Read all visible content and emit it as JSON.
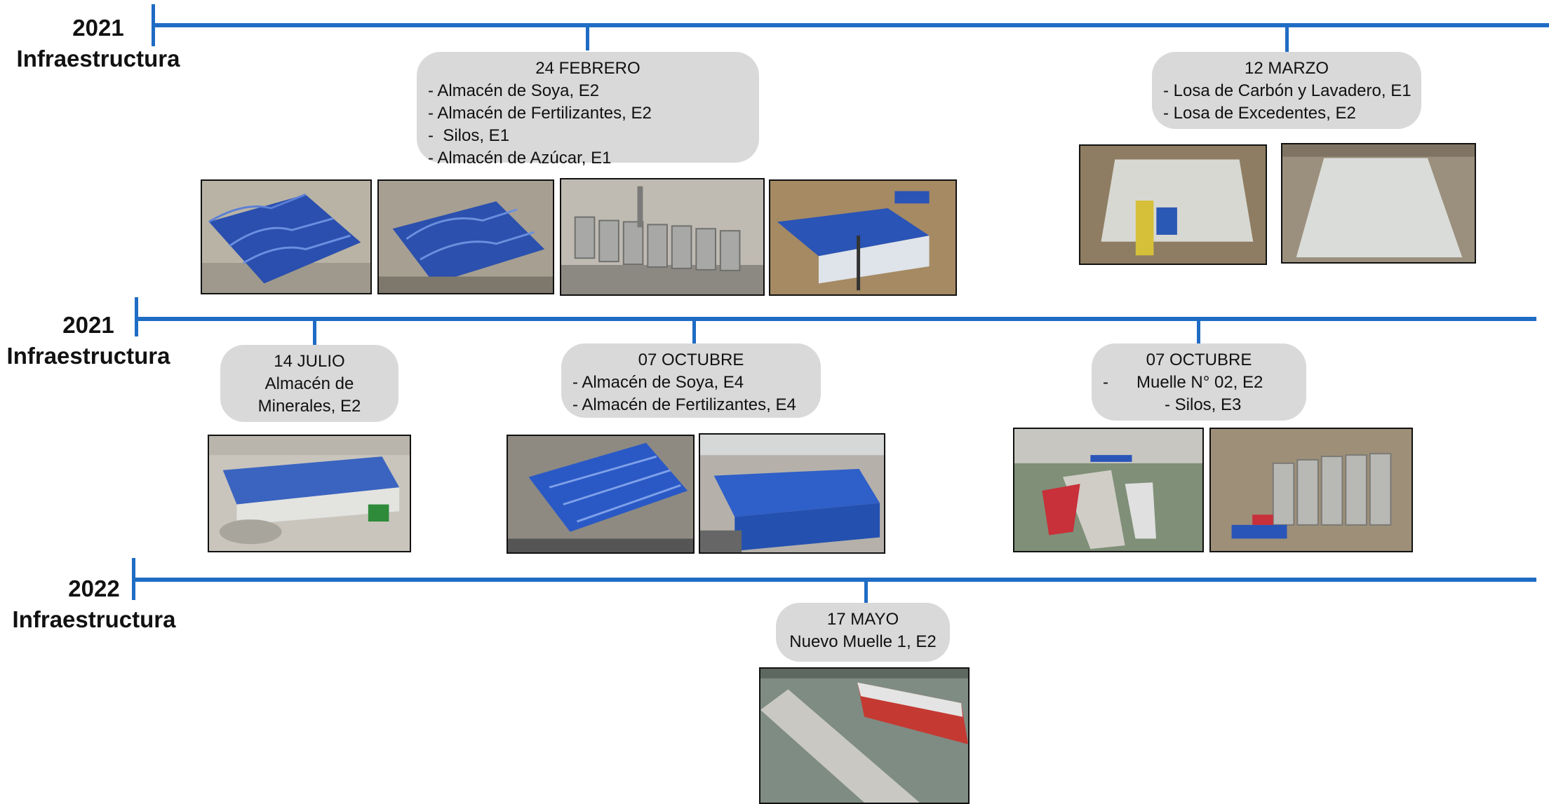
{
  "rows": [
    {
      "year": "2021",
      "category": "Infraestructura",
      "events": [
        {
          "date": "24 FEBRERO",
          "items": [
            "- Almacén de Soya, E2",
            "- Almacén de Fertilizantes, E2",
            "-  Silos, E1",
            "- Almacén de Azúcar, E1"
          ]
        },
        {
          "date": "12 MARZO",
          "items": [
            "- Losa de Carbón y Lavadero, E1",
            "- Losa de Excedentes, E2"
          ]
        }
      ]
    },
    {
      "year": "2021",
      "category": "Infraestructura",
      "events": [
        {
          "date": "14 JULIO",
          "items": [
            "Almacén de",
            "Minerales, E2"
          ]
        },
        {
          "date": "07 OCTUBRE",
          "items": [
            "- Almacén de Soya, E4",
            "- Almacén de Fertilizantes, E4"
          ]
        },
        {
          "date": "07 OCTUBRE",
          "items": [
            "-      Muelle N° 02, E2",
            "- Silos, E3"
          ]
        }
      ]
    },
    {
      "year": "2022",
      "category": "Infraestructura",
      "events": [
        {
          "date": "17 MAYO",
          "items": [
            "Nuevo Muelle 1, E2"
          ]
        }
      ]
    }
  ],
  "photos": [
    {
      "subject": "blue-arched-warehouse"
    },
    {
      "subject": "blue-arched-warehouse"
    },
    {
      "subject": "grain-silos"
    },
    {
      "subject": "blue-warehouse-construction"
    },
    {
      "subject": "concrete-slab"
    },
    {
      "subject": "concrete-slab"
    },
    {
      "subject": "mineral-warehouse"
    },
    {
      "subject": "blue-warehouse"
    },
    {
      "subject": "blue-warehouse"
    },
    {
      "subject": "pier-with-ships"
    },
    {
      "subject": "grain-silos"
    },
    {
      "subject": "new-pier"
    }
  ],
  "colors": {
    "timeline": "#1f6cc4",
    "callout": "#d9d9d9",
    "roof_blue": "#2a55b8"
  }
}
